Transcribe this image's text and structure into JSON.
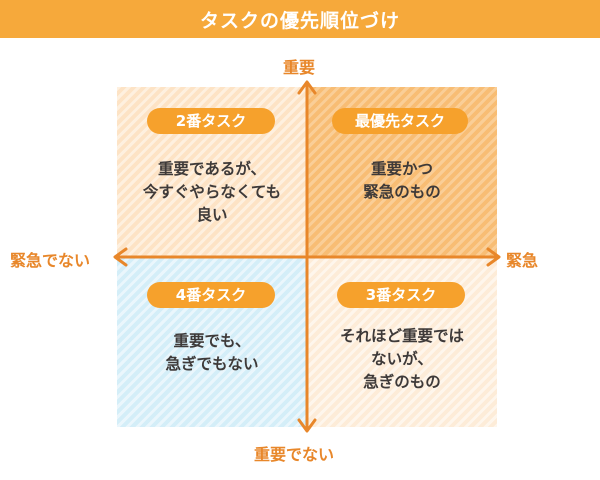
{
  "title": "タスクの優先順位づけ",
  "axes": {
    "top": "重要",
    "bottom": "重要でない",
    "left": "緊急でない",
    "right": "緊急"
  },
  "quadrants": {
    "top_left": {
      "badge": "2番タスク",
      "text": "重要であるが、\n今すぐやらなくても\n良い"
    },
    "top_right": {
      "badge": "最優先タスク",
      "text": "重要かつ\n緊急のもの"
    },
    "bottom_left": {
      "badge": "4番タスク",
      "text": "重要でも、\n急ぎでもない"
    },
    "bottom_right": {
      "badge": "3番タスク",
      "text": "それほど重要では\nないが、\n急ぎのもの"
    }
  },
  "colors": {
    "accent": "#f6a93b",
    "axis": "#e8872a",
    "quadrant_top_left": "#fde3c5",
    "quadrant_top_right": "#f8bd74",
    "quadrant_bottom_left": "#d4eef8",
    "quadrant_bottom_right": "#fdecd8",
    "body_text": "#3e3a39"
  }
}
